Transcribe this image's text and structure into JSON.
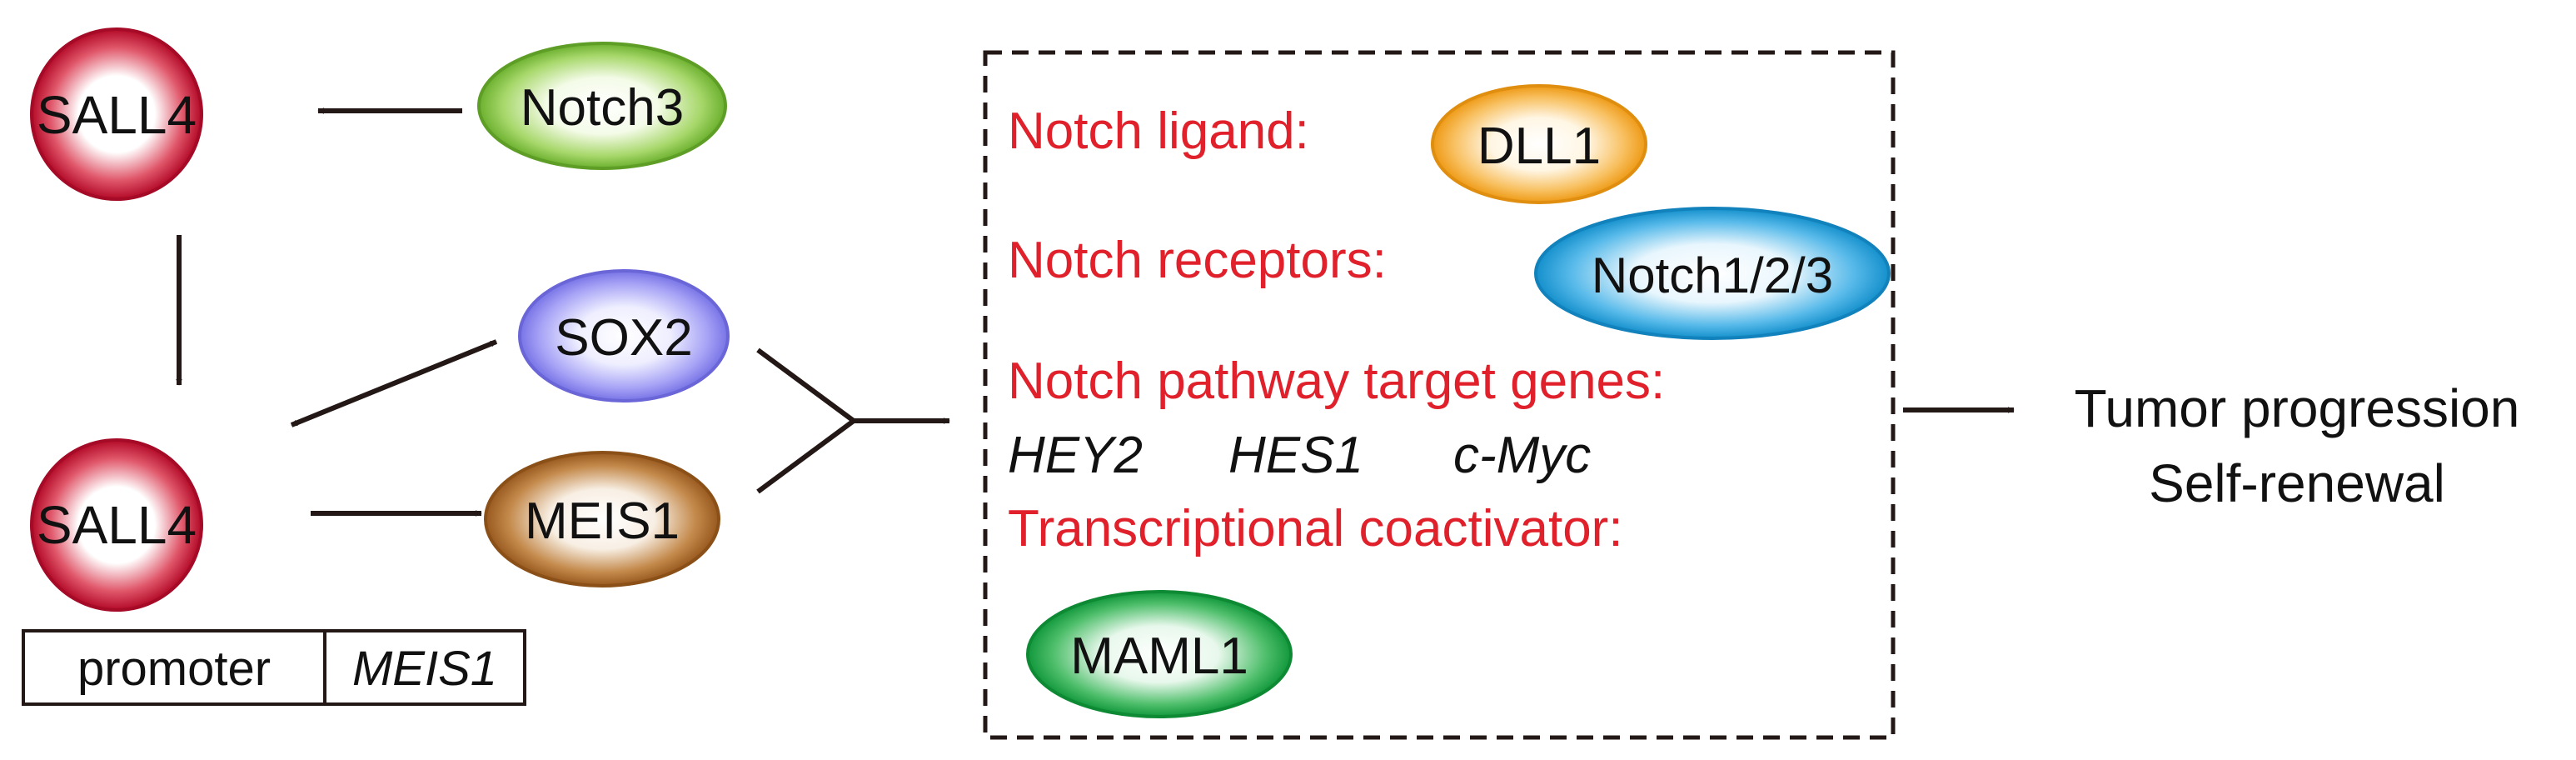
{
  "nodes": {
    "sall4_top": "SALL4",
    "notch3": "Notch3",
    "sox2": "SOX2",
    "sall4_bottom": "SALL4",
    "meis1": "MEIS1",
    "promoter": "promoter",
    "meis1_gene": "MEIS1"
  },
  "box": {
    "ligand_label": "Notch ligand:",
    "ligand": "DLL1",
    "receptors_label": "Notch receptors:",
    "receptors": "Notch1/2/3",
    "targets_label": "Notch pathway target genes:",
    "target_1": "HEY2",
    "target_2": "HES1",
    "target_3": "c-Myc",
    "coactivator_label": "Transcriptional coactivator:",
    "coactivator": "MAML1"
  },
  "outcome": {
    "line1": "Tumor progression",
    "line2": "Self-renewal"
  },
  "colors": {
    "sall4": "#c8102e",
    "notch3": "#7ac143",
    "sox2": "#8a86f0",
    "meis1": "#a5662a",
    "dll1": "#f5a623",
    "notch123": "#1e9fd8",
    "maml1": "#1fa84a",
    "label_red": "#e0202a",
    "arrow": "#231815"
  }
}
